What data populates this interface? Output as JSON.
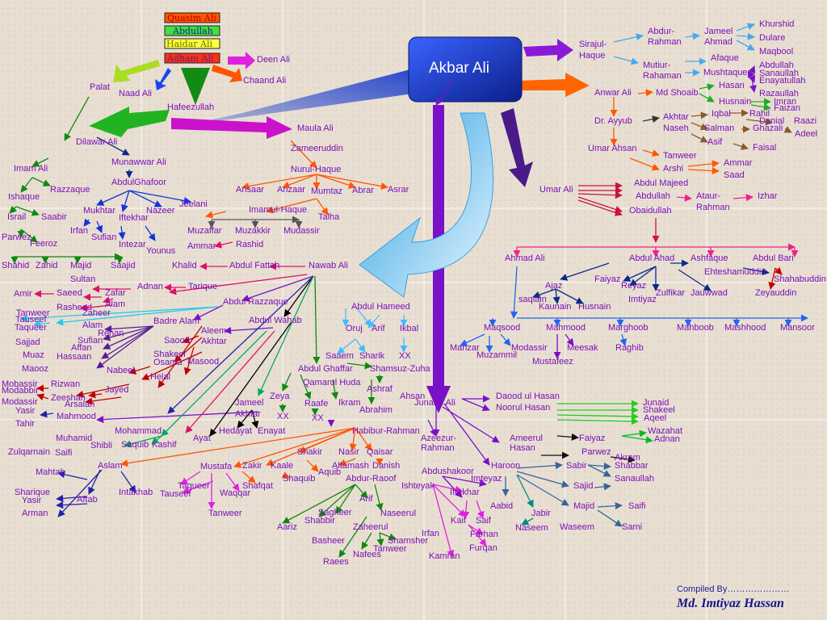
{
  "root": "Akbar Ali",
  "top_stack": [
    "Quasim Ali",
    "Abdullah",
    "Haidar Ali",
    "Adham Ali"
  ],
  "credit": {
    "label": "Compiled By…………………",
    "name": "Md. Imtiyaz Hassan"
  },
  "colors": {
    "node_text": "#7a10b8",
    "root_box": "#1f3fbf",
    "background": "#e8dfd2",
    "stack_fill": [
      "#ff5500",
      "#44dd44",
      "#ffff44",
      "#ff3311"
    ]
  },
  "nodes": [
    {
      "id": "n0",
      "label": "Deen Ali"
    },
    {
      "id": "n1",
      "label": "Chaand Ali"
    },
    {
      "id": "n2",
      "label": "Palat"
    },
    {
      "id": "n3",
      "label": "Naad Ali"
    },
    {
      "id": "n4",
      "label": "Hafeezullah"
    },
    {
      "id": "n5",
      "label": "Maula Ali"
    },
    {
      "id": "n6",
      "label": "Zameeruddin"
    },
    {
      "id": "n7",
      "label": "Nurul-Haque"
    },
    {
      "id": "n8",
      "label": "Ansaar"
    },
    {
      "id": "n9",
      "label": "Anzaar"
    },
    {
      "id": "n10",
      "label": "Mumtaz"
    },
    {
      "id": "n11",
      "label": "Abrar"
    },
    {
      "id": "n12",
      "label": "Asrar"
    },
    {
      "id": "n13",
      "label": "Imamul-Haque"
    },
    {
      "id": "n14",
      "label": "Talha"
    },
    {
      "id": "n15",
      "label": "Muzaffar"
    },
    {
      "id": "n16",
      "label": "Muzakkir"
    },
    {
      "id": "n17",
      "label": "Mudassir"
    },
    {
      "id": "n18",
      "label": "Ammar"
    },
    {
      "id": "n19",
      "label": "Rashid"
    },
    {
      "id": "n20",
      "label": "Khalid"
    },
    {
      "id": "n21",
      "label": "Abdul Fattah"
    },
    {
      "id": "n22",
      "label": "Nawab Ali"
    },
    {
      "id": "n23",
      "label": "Dilawar Ali"
    },
    {
      "id": "n24",
      "label": "Munawwar Ali"
    },
    {
      "id": "n25",
      "label": "AbdulGhafoor"
    },
    {
      "id": "n26",
      "label": "Imam Ali"
    },
    {
      "id": "n27",
      "label": "Razzaque"
    },
    {
      "id": "n28",
      "label": "Ishaque"
    },
    {
      "id": "n29",
      "label": "Israil"
    },
    {
      "id": "n30",
      "label": "Saabir"
    },
    {
      "id": "n31",
      "label": "Parwez"
    },
    {
      "id": "n32",
      "label": "Feeroz"
    },
    {
      "id": "n33",
      "label": "Mukhtar"
    },
    {
      "id": "n34",
      "label": "Iftekhar"
    },
    {
      "id": "n35",
      "label": "Nazeer"
    },
    {
      "id": "n36",
      "label": "Jeelani"
    },
    {
      "id": "n37",
      "label": "Irfan"
    },
    {
      "id": "n38",
      "label": "Sufian"
    },
    {
      "id": "n39",
      "label": "Intezar"
    },
    {
      "id": "n40",
      "label": "Younus"
    },
    {
      "id": "n41",
      "label": "Shahid"
    },
    {
      "id": "n42",
      "label": "Zahid"
    },
    {
      "id": "n43",
      "label": "Majid"
    },
    {
      "id": "n44",
      "label": "Saajid"
    },
    {
      "id": "n45",
      "label": "Sultan"
    },
    {
      "id": "n46",
      "label": "Adnan"
    },
    {
      "id": "n47",
      "label": "Tarique"
    },
    {
      "id": "n48",
      "label": "Amir"
    },
    {
      "id": "n49",
      "label": "Saeed"
    },
    {
      "id": "n50",
      "label": "Zafar"
    },
    {
      "id": "n51",
      "label": "Alam"
    },
    {
      "id": "n52",
      "label": "Rasheed"
    },
    {
      "id": "n53",
      "label": "Abdul Razzaque"
    },
    {
      "id": "n54",
      "label": "Tanweer"
    },
    {
      "id": "n55",
      "label": "Zaheer"
    },
    {
      "id": "n56",
      "label": "Tauseef"
    },
    {
      "id": "n57",
      "label": "Taqueer"
    },
    {
      "id": "n58",
      "label": "Alam"
    },
    {
      "id": "n59",
      "label": "Badre Alam"
    },
    {
      "id": "n60",
      "label": "Abdul Wahab"
    },
    {
      "id": "n61",
      "label": "Rehan"
    },
    {
      "id": "n62",
      "label": "Sajjad"
    },
    {
      "id": "n63",
      "label": "Sufian"
    },
    {
      "id": "n64",
      "label": "Affan"
    },
    {
      "id": "n65",
      "label": "Muaz"
    },
    {
      "id": "n66",
      "label": "Hassaan"
    },
    {
      "id": "n67",
      "label": "Maooz"
    },
    {
      "id": "n68",
      "label": "Aleem"
    },
    {
      "id": "n69",
      "label": "Saood"
    },
    {
      "id": "n70",
      "label": "Akhtar"
    },
    {
      "id": "n71",
      "label": "Shakeel"
    },
    {
      "id": "n72",
      "label": "Osama"
    },
    {
      "id": "n73",
      "label": "Masood"
    },
    {
      "id": "n74",
      "label": "Nabeel"
    },
    {
      "id": "n75",
      "label": "Helal"
    },
    {
      "id": "n76",
      "label": "Mobassir"
    },
    {
      "id": "n77",
      "label": "Modabbir"
    },
    {
      "id": "n78",
      "label": "Rizwan"
    },
    {
      "id": "n79",
      "label": "Zeeshan"
    },
    {
      "id": "n80",
      "label": "Jayed"
    },
    {
      "id": "n81",
      "label": "Modassir"
    },
    {
      "id": "n82",
      "label": "Arsalan"
    },
    {
      "id": "n83",
      "label": "Yasir"
    },
    {
      "id": "n84",
      "label": "Mahmood"
    },
    {
      "id": "n85",
      "label": "Tahir"
    },
    {
      "id": "n86",
      "label": "Abdul Hameed"
    },
    {
      "id": "n87",
      "label": "Oruj"
    },
    {
      "id": "n88",
      "label": "Arif"
    },
    {
      "id": "n89",
      "label": "Ikbal"
    },
    {
      "id": "n90",
      "label": "Saaem"
    },
    {
      "id": "n91",
      "label": "Sharik"
    },
    {
      "id": "n92",
      "label": "XX"
    },
    {
      "id": "n93",
      "label": "Abdul Ghaffar"
    },
    {
      "id": "n94",
      "label": "Shamsuz-Zuha"
    },
    {
      "id": "n95",
      "label": "Qamarul Huda"
    },
    {
      "id": "n96",
      "label": "Ashraf"
    },
    {
      "id": "n97",
      "label": "Zeya"
    },
    {
      "id": "n98",
      "label": "Raafe"
    },
    {
      "id": "n99",
      "label": "Ikram"
    },
    {
      "id": "n100",
      "label": "XX"
    },
    {
      "id": "n101",
      "label": "XX"
    },
    {
      "id": "n102",
      "label": "Abrahim"
    },
    {
      "id": "n103",
      "label": "Ahsan"
    },
    {
      "id": "n104",
      "label": "Jameel"
    },
    {
      "id": "n105",
      "label": "Akhtar"
    },
    {
      "id": "n106",
      "label": "Hedayat"
    },
    {
      "id": "n107",
      "label": "Enayat"
    },
    {
      "id": "n108",
      "label": "Mohammad"
    },
    {
      "id": "n109",
      "label": "Saquib"
    },
    {
      "id": "n110",
      "label": "Kashif"
    },
    {
      "id": "n111",
      "label": "Ayat"
    },
    {
      "id": "n112",
      "label": "Muhamid"
    },
    {
      "id": "n113",
      "label": "Shibli"
    },
    {
      "id": "n114",
      "label": "Zulqarnain"
    },
    {
      "id": "n115",
      "label": "Saifi"
    },
    {
      "id": "n116",
      "label": "Mahtab"
    },
    {
      "id": "n117",
      "label": "Aslam"
    },
    {
      "id": "n118",
      "label": "Intakhab"
    },
    {
      "id": "n119",
      "label": "Sharique"
    },
    {
      "id": "n120",
      "label": "Yasir"
    },
    {
      "id": "n121",
      "label": "Aftab"
    },
    {
      "id": "n122",
      "label": "Arman"
    },
    {
      "id": "n123",
      "label": "Mustafa"
    },
    {
      "id": "n124",
      "label": "Taqueer"
    },
    {
      "id": "n125",
      "label": "Tauseef"
    },
    {
      "id": "n126",
      "label": "Waqqar"
    },
    {
      "id": "n127",
      "label": "Tanweer"
    },
    {
      "id": "n128",
      "label": "Zakir"
    },
    {
      "id": "n129",
      "label": "Shafqat"
    },
    {
      "id": "n130",
      "label": "Kaale"
    },
    {
      "id": "n131",
      "label": "Shakir"
    },
    {
      "id": "n132",
      "label": "Shaquib"
    },
    {
      "id": "n133",
      "label": "Aquib"
    },
    {
      "id": "n134",
      "label": "Habibur-Rahman"
    },
    {
      "id": "n135",
      "label": "Nasir"
    },
    {
      "id": "n136",
      "label": "Qaisar"
    },
    {
      "id": "n137",
      "label": "Altamash"
    },
    {
      "id": "n138",
      "label": "Danish"
    },
    {
      "id": "n139",
      "label": "Abdur-Raoof"
    },
    {
      "id": "n140",
      "label": "Arif"
    },
    {
      "id": "n141",
      "label": "Sagheer"
    },
    {
      "id": "n142",
      "label": "Shabbir"
    },
    {
      "id": "n143",
      "label": "Aariz"
    },
    {
      "id": "n144",
      "label": "Naseerul"
    },
    {
      "id": "n145",
      "label": "Zaheerul"
    },
    {
      "id": "n146",
      "label": "Basheer"
    },
    {
      "id": "n147",
      "label": "Shamsher"
    },
    {
      "id": "n148",
      "label": "Tanweer"
    },
    {
      "id": "n149",
      "label": "Nafees"
    },
    {
      "id": "n150",
      "label": "Raees"
    },
    {
      "id": "n151",
      "label": "Irfan"
    },
    {
      "id": "n152",
      "label": "Kamran"
    },
    {
      "id": "n153",
      "label": "Azeezur-"
    },
    {
      "id": "n154",
      "label": "Rahman"
    },
    {
      "id": "n155",
      "label": "Abdushakoor"
    },
    {
      "id": "n156",
      "label": "Ishteyak"
    },
    {
      "id": "n157",
      "label": "Imteyaz"
    },
    {
      "id": "n158",
      "label": "Iftekhar"
    },
    {
      "id": "n159",
      "label": "Kaif"
    },
    {
      "id": "n160",
      "label": "Saif"
    },
    {
      "id": "n161",
      "label": "Farhan"
    },
    {
      "id": "n162",
      "label": "Furqan"
    },
    {
      "id": "n163",
      "label": "Junaab Ali"
    },
    {
      "id": "n164",
      "label": "Daood ul Hasan"
    },
    {
      "id": "n165",
      "label": "Noorul Hasan"
    },
    {
      "id": "n166",
      "label": "Junaid"
    },
    {
      "id": "n167",
      "label": "Shakeel"
    },
    {
      "id": "n168",
      "label": "Aqeel"
    },
    {
      "id": "n169",
      "label": "Ameerul"
    },
    {
      "id": "n170",
      "label": "Hasan"
    },
    {
      "id": "n171",
      "label": "Faiyaz"
    },
    {
      "id": "n172",
      "label": "Wazahat"
    },
    {
      "id": "n173",
      "label": "Adnan"
    },
    {
      "id": "n174",
      "label": "Parwez"
    },
    {
      "id": "n175",
      "label": "Akram"
    },
    {
      "id": "n176",
      "label": "Haroon"
    },
    {
      "id": "n177",
      "label": "Sabir"
    },
    {
      "id": "n178",
      "label": "Shabbar"
    },
    {
      "id": "n179",
      "label": "Sanaullah"
    },
    {
      "id": "n180",
      "label": "Sajid"
    },
    {
      "id": "n181",
      "label": "Aabid"
    },
    {
      "id": "n182",
      "label": "Majid"
    },
    {
      "id": "n183",
      "label": "Saifi"
    },
    {
      "id": "n184",
      "label": "Jabir"
    },
    {
      "id": "n185",
      "label": "Naseem"
    },
    {
      "id": "n186",
      "label": "Waseem"
    },
    {
      "id": "n187",
      "label": "Sami"
    },
    {
      "id": "n188",
      "label": "Ahmad Ali"
    },
    {
      "id": "n189",
      "label": "Abdul Ahad"
    },
    {
      "id": "n190",
      "label": "Ashfaque"
    },
    {
      "id": "n191",
      "label": "Abdul Bari"
    },
    {
      "id": "n192",
      "label": "Ehteshamuddin"
    },
    {
      "id": "n193",
      "label": "Shahabuddin"
    },
    {
      "id": "n194",
      "label": "Zeyauddin"
    },
    {
      "id": "n195",
      "label": "Faiyaz"
    },
    {
      "id": "n196",
      "label": "Ajaz"
    },
    {
      "id": "n197",
      "label": "saqlain"
    },
    {
      "id": "n198",
      "label": "Kaunain"
    },
    {
      "id": "n199",
      "label": "Husnain"
    },
    {
      "id": "n200",
      "label": "Reyaz"
    },
    {
      "id": "n201",
      "label": "Imtiyaz"
    },
    {
      "id": "n202",
      "label": "Zulfikar"
    },
    {
      "id": "n203",
      "label": "Jauwwad"
    },
    {
      "id": "n204",
      "label": "Maqsood"
    },
    {
      "id": "n205",
      "label": "Mahmood"
    },
    {
      "id": "n206",
      "label": "Marghoob"
    },
    {
      "id": "n207",
      "label": "Mahboob"
    },
    {
      "id": "n208",
      "label": "Mashhood"
    },
    {
      "id": "n209",
      "label": "Mansoor"
    },
    {
      "id": "n210",
      "label": "Manzar"
    },
    {
      "id": "n211",
      "label": "Muzammil"
    },
    {
      "id": "n212",
      "label": "Modassir"
    },
    {
      "id": "n213",
      "label": "Meesak"
    },
    {
      "id": "n214",
      "label": "Mustafeez"
    },
    {
      "id": "n215",
      "label": "Raghib"
    },
    {
      "id": "n216",
      "label": "Umar Ali"
    },
    {
      "id": "n217",
      "label": "Abdul Majeed"
    },
    {
      "id": "n218",
      "label": "Abdullah"
    },
    {
      "id": "n219",
      "label": "Ataur-"
    },
    {
      "id": "n220",
      "label": "Rahman"
    },
    {
      "id": "n221",
      "label": "Izhar"
    },
    {
      "id": "n222",
      "label": "Obaidullah"
    },
    {
      "id": "n223",
      "label": "Sirajul-"
    },
    {
      "id": "n224",
      "label": "Haque"
    },
    {
      "id": "n225",
      "label": "Abdur-"
    },
    {
      "id": "n226",
      "label": "Rahman"
    },
    {
      "id": "n227",
      "label": "Jameel"
    },
    {
      "id": "n228",
      "label": "Ahmad"
    },
    {
      "id": "n229",
      "label": "Khurshid"
    },
    {
      "id": "n230",
      "label": "Dulare"
    },
    {
      "id": "n231",
      "label": "Maqbool"
    },
    {
      "id": "n232",
      "label": "Mutiur-"
    },
    {
      "id": "n233",
      "label": "Rahaman"
    },
    {
      "id": "n234",
      "label": "Afaque"
    },
    {
      "id": "n235",
      "label": "Mushtaque"
    },
    {
      "id": "n236",
      "label": "Abdullah"
    },
    {
      "id": "n237",
      "label": "Sanaullah"
    },
    {
      "id": "n238",
      "label": "Enayatullah"
    },
    {
      "id": "n239",
      "label": "Razaullah"
    },
    {
      "id": "n240",
      "label": "Anwar Ali"
    },
    {
      "id": "n241",
      "label": "Md Shoaib"
    },
    {
      "id": "n242",
      "label": "Hasan"
    },
    {
      "id": "n243",
      "label": "Husnain"
    },
    {
      "id": "n244",
      "label": "Imran"
    },
    {
      "id": "n245",
      "label": "Faizan"
    },
    {
      "id": "n246",
      "label": "Dr. Ayyub"
    },
    {
      "id": "n247",
      "label": "Iqbal"
    },
    {
      "id": "n248",
      "label": "Rahil"
    },
    {
      "id": "n249",
      "label": "Akhtar"
    },
    {
      "id": "n250",
      "label": "Danial"
    },
    {
      "id": "n251",
      "label": "Raazi"
    },
    {
      "id": "n252",
      "label": "Naseh"
    },
    {
      "id": "n253",
      "label": "Salman"
    },
    {
      "id": "n254",
      "label": "Ghazali"
    },
    {
      "id": "n255",
      "label": "Adeel"
    },
    {
      "id": "n256",
      "label": "Asif"
    },
    {
      "id": "n257",
      "label": "Faisal"
    },
    {
      "id": "n258",
      "label": "Umar Ahsan"
    },
    {
      "id": "n259",
      "label": "Tanweer"
    },
    {
      "id": "n260",
      "label": "Arshi"
    },
    {
      "id": "n261",
      "label": "Ammar"
    },
    {
      "id": "n262",
      "label": "Saad"
    }
  ]
}
